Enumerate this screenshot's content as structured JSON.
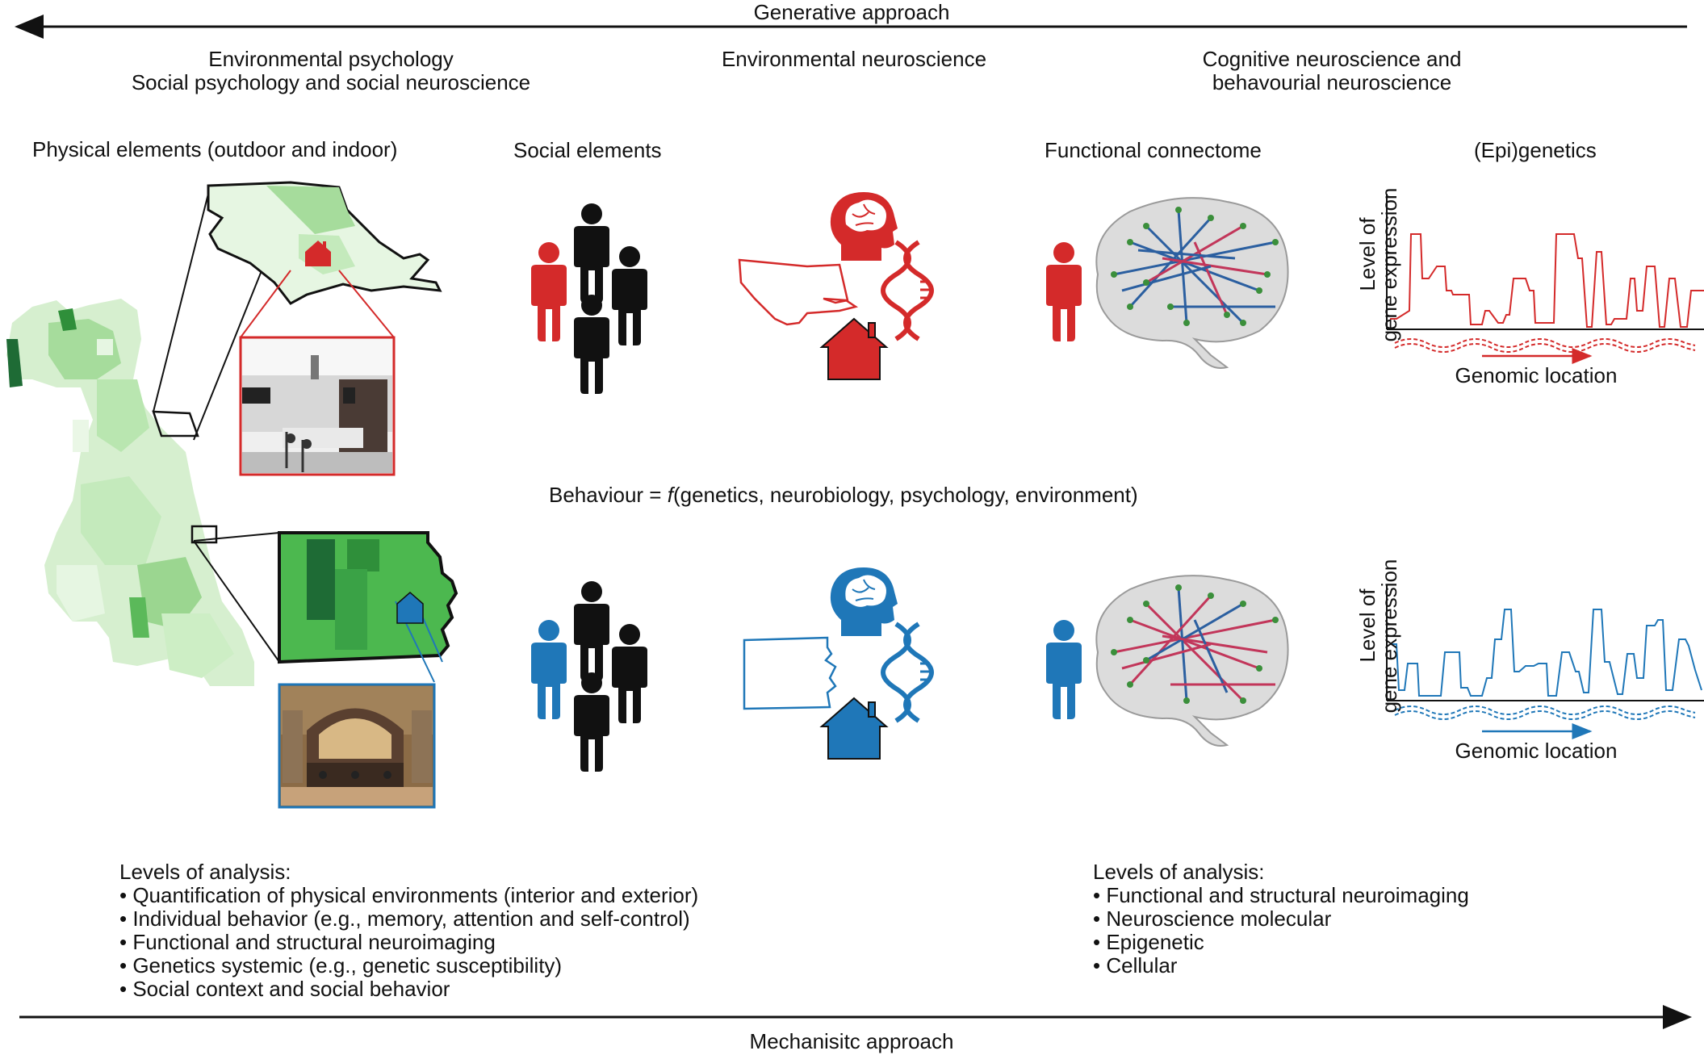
{
  "top_arrow_label": "Generative approach",
  "bottom_arrow_label": "Mechanisitc approach",
  "fields": {
    "left_line1": "Environmental psychology",
    "left_line2": "Social psychology and social neuroscience",
    "center": "Environmental neuroscience",
    "right_line1": "Cognitive neuroscience and",
    "right_line2": "behavourial neuroscience"
  },
  "panels": {
    "physical": "Physical elements (outdoor and indoor)",
    "social": "Social elements",
    "connectome": "Functional connectome",
    "epigenetics": "(Epi)genetics"
  },
  "equation": {
    "prefix": "Behaviour = ",
    "func": "f",
    "args": "(genetics, neurobiology, psychology, environment)"
  },
  "plots": {
    "ylabel_line1": "Level of",
    "ylabel_line2": "gene expression",
    "xlabel": "Genomic location"
  },
  "colors": {
    "red": "#d42a2a",
    "blue": "#1f77b8",
    "black": "#111111",
    "map_light": "#d9f2d4",
    "map_mid": "#8fd38a",
    "map_dark": "#2f8f3a"
  },
  "icons": [
    "person-icon",
    "head-brain-icon",
    "dna-icon",
    "house-icon",
    "brain-network-icon",
    "arrow-icon"
  ],
  "levels_left": {
    "heading": "Levels of analysis:",
    "items": [
      "• Quantification of physical environments (interior and exterior)",
      "• Individual behavior (e.g., memory, attention and self-control)",
      "• Functional and structural neuroimaging",
      "• Genetics systemic (e.g., genetic susceptibility)",
      "• Social context and social behavior"
    ]
  },
  "levels_right": {
    "heading": "Levels of analysis:",
    "items": [
      "• Functional and structural neuroimaging",
      "• Neuroscience molecular",
      "• Epigenetic",
      "• Cellular"
    ]
  }
}
